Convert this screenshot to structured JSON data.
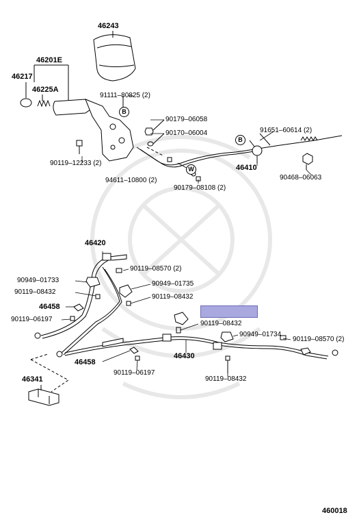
{
  "labels": {
    "p46243": "46243",
    "p46201E": "46201E",
    "p46217": "46217",
    "p46225A": "46225A",
    "p91111": "91111–80825 (2)",
    "p90179a": "90179–06058",
    "p90170": "90170–06004",
    "p91651": "91651–60614 (2)",
    "p90119_12233": "90119–12233 (2)",
    "p46410": "46410",
    "p94611": "94611–10800 (2)",
    "p90179b": "90179–08108 (2)",
    "p90468": "90468–06063",
    "p46420": "46420",
    "p90119_08570a": "90119–08570 (2)",
    "p90949_01733": "90949–01733",
    "p90949_01735": "90949–01735",
    "p90119_08432a": "90119–08432",
    "p90119_08432b": "90119–08432",
    "p46458a": "46458",
    "p90119_06197a": "90119–06197",
    "p90119_08432c": "90119–08432",
    "p90949_01734": "90949–01734",
    "p90119_08570b": "90119–08570 (2)",
    "p46458b": "46458",
    "p46430": "46430",
    "p90119_06197b": "90119–06197",
    "p90119_08432d": "90119–08432",
    "p46341": "46341",
    "code": "460018"
  },
  "markers": {
    "b1": "B",
    "b2": "B",
    "w": "W"
  },
  "colors": {
    "line": "#000000",
    "highlight": "#a9a9e0",
    "watermark": "#e8e8e8"
  }
}
